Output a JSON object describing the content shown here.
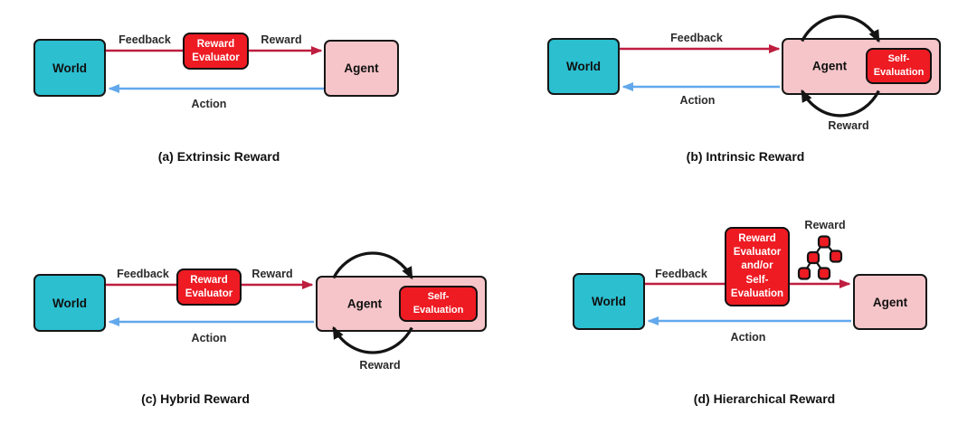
{
  "figure": {
    "panels_order": [
      "extrinsic",
      "intrinsic",
      "hybrid",
      "hierarchical"
    ]
  },
  "colors": {
    "world_fill": "#2BBFD0",
    "agent_fill": "#F6C5C9",
    "evaluator_fill": "#EE1B23",
    "feedback_reward_arrow": "#BE1E3F",
    "action_arrow": "#62A8EC",
    "loop_arrow": "#141414"
  },
  "panels": [
    {
      "caption": "(a) Extrinsic Reward",
      "world": "World",
      "agent": "Agent",
      "evaluator_lines": [
        "Reward",
        "Evaluator"
      ],
      "feedback": "Feedback",
      "reward": "Reward",
      "action": "Action"
    },
    {
      "caption": "(b) Intrinsic Reward",
      "world": "World",
      "agent": "Agent",
      "self_evaluation_lines": [
        "Self-",
        "Evaluation"
      ],
      "feedback": "Feedback",
      "action": "Action",
      "loop_reward": "Reward"
    },
    {
      "caption": "(c) Hybrid Reward",
      "world": "World",
      "agent": "Agent",
      "evaluator_lines": [
        "Reward",
        "Evaluator"
      ],
      "self_evaluation_lines": [
        "Self-",
        "Evaluation"
      ],
      "feedback": "Feedback",
      "reward": "Reward",
      "action": "Action",
      "loop_reward": "Reward"
    },
    {
      "caption": "(d) Hierarchical Reward",
      "world": "World",
      "agent": "Agent",
      "evaluator_lines": [
        "Reward",
        "Evaluator",
        "and/or",
        "Self-",
        "Evaluation"
      ],
      "feedback": "Feedback",
      "action": "Action",
      "tree_reward": "Reward"
    }
  ]
}
